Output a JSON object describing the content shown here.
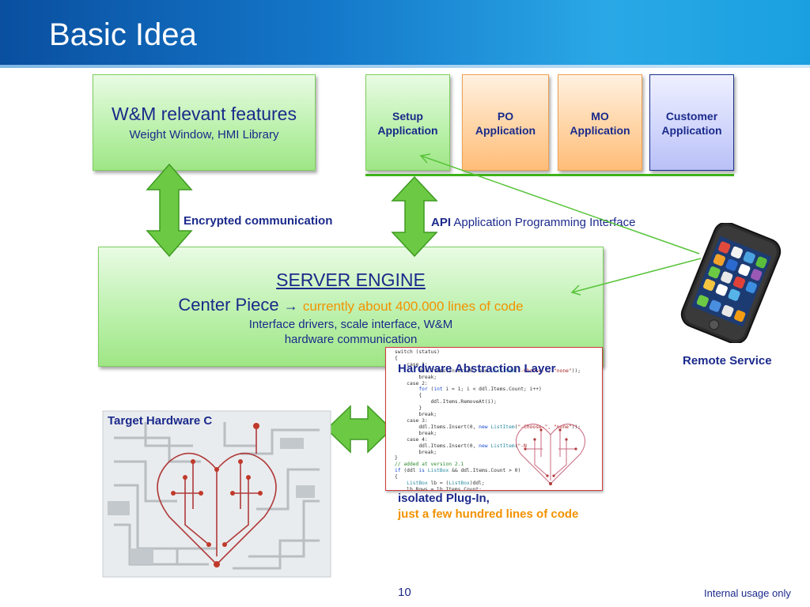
{
  "slide": {
    "title": "Basic Idea",
    "page_number": "10",
    "footer_note": "Internal usage only"
  },
  "wm_box": {
    "title": "W&M relevant features",
    "subtitle": "Weight Window, HMI Library"
  },
  "apps": [
    {
      "line1": "Setup",
      "line2": "Application"
    },
    {
      "line1": "PO",
      "line2": "Application"
    },
    {
      "line1": "MO",
      "line2": "Application"
    },
    {
      "line1": "Customer",
      "line2": "Application"
    }
  ],
  "labels": {
    "encrypted": "Encrypted communication",
    "api_bold": "API",
    "api_rest": "Application Programming Interface",
    "remote_service": "Remote Service",
    "target_hardware": "Target Hardware C",
    "hal": "Hardware Abstraction Layer",
    "plugin_line1": "isolated Plug-In,",
    "plugin_line2": "just a few hundred lines of code"
  },
  "server": {
    "title": "SERVER ENGINE",
    "center_piece": "Center Piece",
    "arrow": "→",
    "lines_of_code": "currently about 400.000 lines of code",
    "desc_line1": "Interface drivers, scale interface, W&M",
    "desc_line2": "hardware communication"
  },
  "colors": {
    "title_gradient_start": "#0a4fa0",
    "title_gradient_end": "#2aa8e6",
    "label_blue": "#1c2a8c",
    "orange_text": "#f39200",
    "arrow_green": "#6cc944",
    "connector_green": "#3fb21a",
    "code_border_red": "#d23a3a"
  },
  "icons": [
    "double-arrow-icon",
    "smartphone-icon",
    "circuit-board-icon",
    "heart-circuit-icon"
  ]
}
